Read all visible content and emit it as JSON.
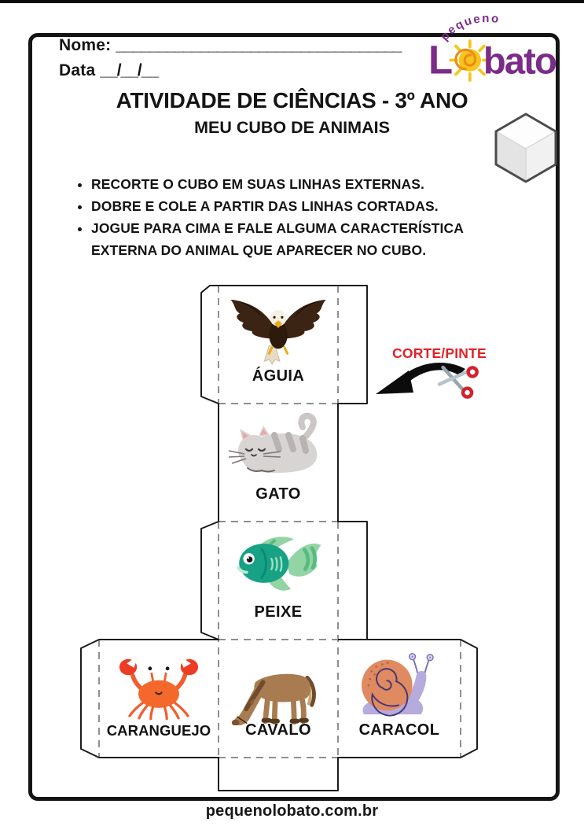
{
  "header": {
    "name_label": "Nome:",
    "name_line": "__________________________________",
    "date_label": "Data",
    "date_line": "__/__/__"
  },
  "logo": {
    "arc_text": "pequeno",
    "l_text": "L",
    "rest_text": "bato",
    "sun_icon": "sun-spiral-icon"
  },
  "title": "ATIVIDADE DE CIÊNCIAS - 3º ANO",
  "subtitle": "MEU CUBO DE ANIMAIS",
  "instructions": [
    "RECORTE O CUBO EM SUAS LINHAS EXTERNAS.",
    "DOBRE E COLE A PARTIR DAS LINHAS CORTADAS.",
    "JOGUE PARA CIMA E FALE ALGUMA CARACTERÍSTICA EXTERNA DO ANIMAL QUE APARECER NO CUBO."
  ],
  "cut_note": {
    "label": "CORTE/PINTE",
    "arrow_icon": "curved-arrow-left-icon",
    "scissors_icon": "scissors-icon"
  },
  "cube": {
    "preview_icon": "3d-cube-icon",
    "cells": [
      {
        "label": "ÁGUIA",
        "icon": "eagle"
      },
      {
        "label": "GATO",
        "icon": "cat"
      },
      {
        "label": "PEIXE",
        "icon": "fish"
      },
      {
        "label": "CARANGUEJO",
        "icon": "crab"
      },
      {
        "label": "CAVALO",
        "icon": "horse"
      },
      {
        "label": "CARACOL",
        "icon": "snail"
      }
    ]
  },
  "footer": {
    "website": "pequenolobato.com.br"
  },
  "colors": {
    "logo_purple": "#7b2c88",
    "sun_yellow": "#f6c51c",
    "sun_spiral_orange": "#ee8c1b",
    "cut_red": "#e02228",
    "cut_line_black": "#1c1c1c",
    "fold_line_gray": "#8f8f8f"
  }
}
